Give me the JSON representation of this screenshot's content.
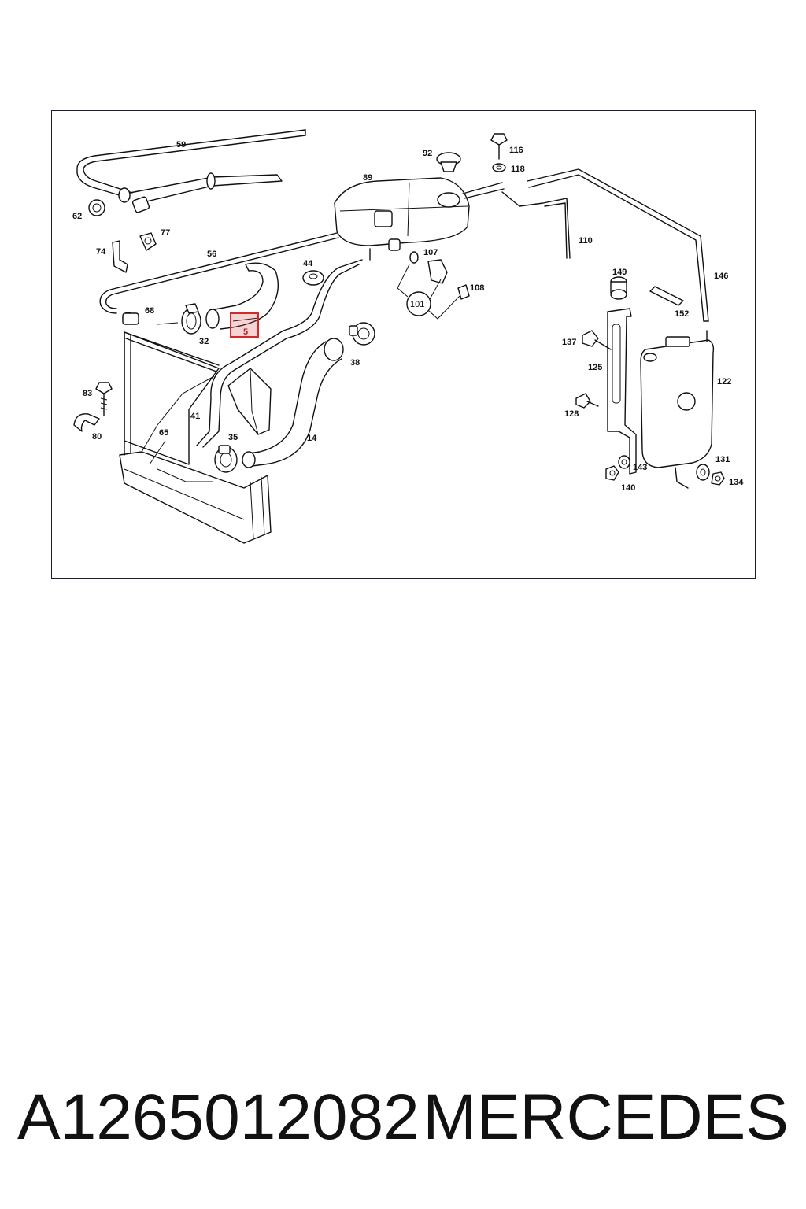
{
  "diagram": {
    "highlight_color": "#d62828",
    "frame_color": "#1b1b3a",
    "highlighted_callout": "5",
    "callouts": [
      "59",
      "92",
      "116",
      "118",
      "89",
      "62",
      "77",
      "74",
      "56",
      "44",
      "107",
      "110",
      "146",
      "108",
      "101",
      "149",
      "68",
      "32",
      "5",
      "152",
      "137",
      "38",
      "125",
      "122",
      "83",
      "128",
      "41",
      "65",
      "35",
      "14",
      "80",
      "131",
      "143",
      "134",
      "140"
    ]
  },
  "footer": {
    "part_number": "A1265012082",
    "brand": "MERCEDES"
  }
}
